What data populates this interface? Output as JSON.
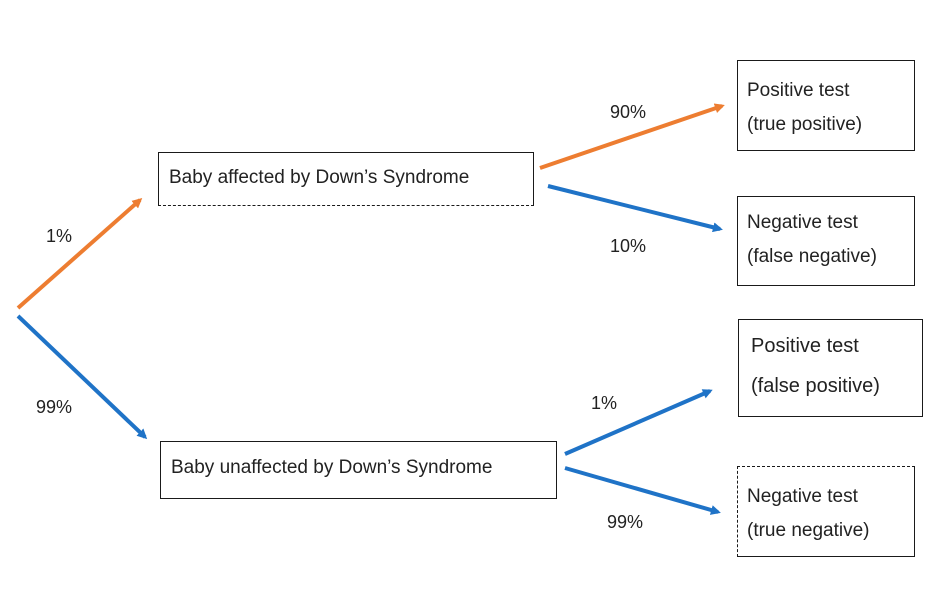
{
  "colors": {
    "orange": "#ED7D31",
    "blue": "#1F73C7"
  },
  "level1": {
    "affected": {
      "label": "Baby affected by Down’s Syndrome",
      "prob": "1%"
    },
    "unaffected": {
      "label": "Baby unaffected by Down’s Syndrome",
      "prob": "99%"
    }
  },
  "outcomes": {
    "affected_positive": {
      "line1": "Positive test",
      "line2": "(true positive)",
      "prob": "90%"
    },
    "affected_negative": {
      "line1": "Negative test",
      "line2": "(false negative)",
      "prob": "10%"
    },
    "unaffected_positive": {
      "line1": "Positive test",
      "line2": "(false positive)",
      "prob": "1%"
    },
    "unaffected_negative": {
      "line1": "Negative test",
      "line2": "(true negative)",
      "prob": "99%"
    }
  }
}
